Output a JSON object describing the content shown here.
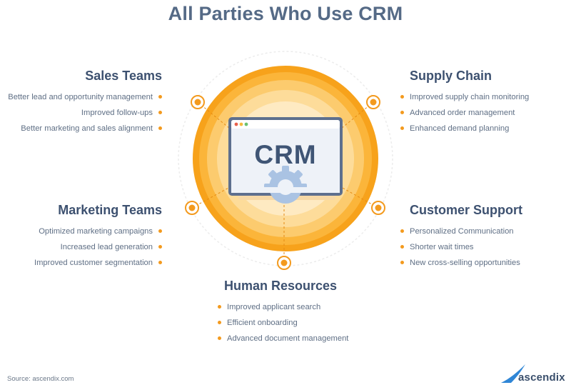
{
  "title": "All Parties Who Use CRM",
  "center": {
    "label": "CRM"
  },
  "groups": {
    "sales": {
      "title": "Sales Teams",
      "items": [
        "Better lead and opportunity management",
        "Improved follow-ups",
        "Better marketing and sales alignment"
      ]
    },
    "supply": {
      "title": "Supply Chain",
      "items": [
        "Improved supply chain monitoring",
        "Advanced order management",
        "Enhanced demand planning"
      ]
    },
    "marketing": {
      "title": "Marketing Teams",
      "items": [
        "Optimized marketing campaigns",
        "Increased lead generation",
        "Improved customer segmentation"
      ]
    },
    "support": {
      "title": "Customer Support",
      "items": [
        "Personalized Communication",
        "Shorter wait times",
        "New cross-selling opportunities"
      ]
    },
    "hr": {
      "title": "Human Resources",
      "items": [
        "Improved applicant search",
        "Efficient onboarding",
        "Advanced document management"
      ]
    }
  },
  "footer": {
    "source": "Source:  ascendix.com",
    "logo_text": "ascendix"
  },
  "colors": {
    "accent": "#f39a1e",
    "ring_outer": "#f7a21b",
    "ring_inner": "#fbc15a",
    "title": "#556a86",
    "heading": "#3d5170"
  }
}
